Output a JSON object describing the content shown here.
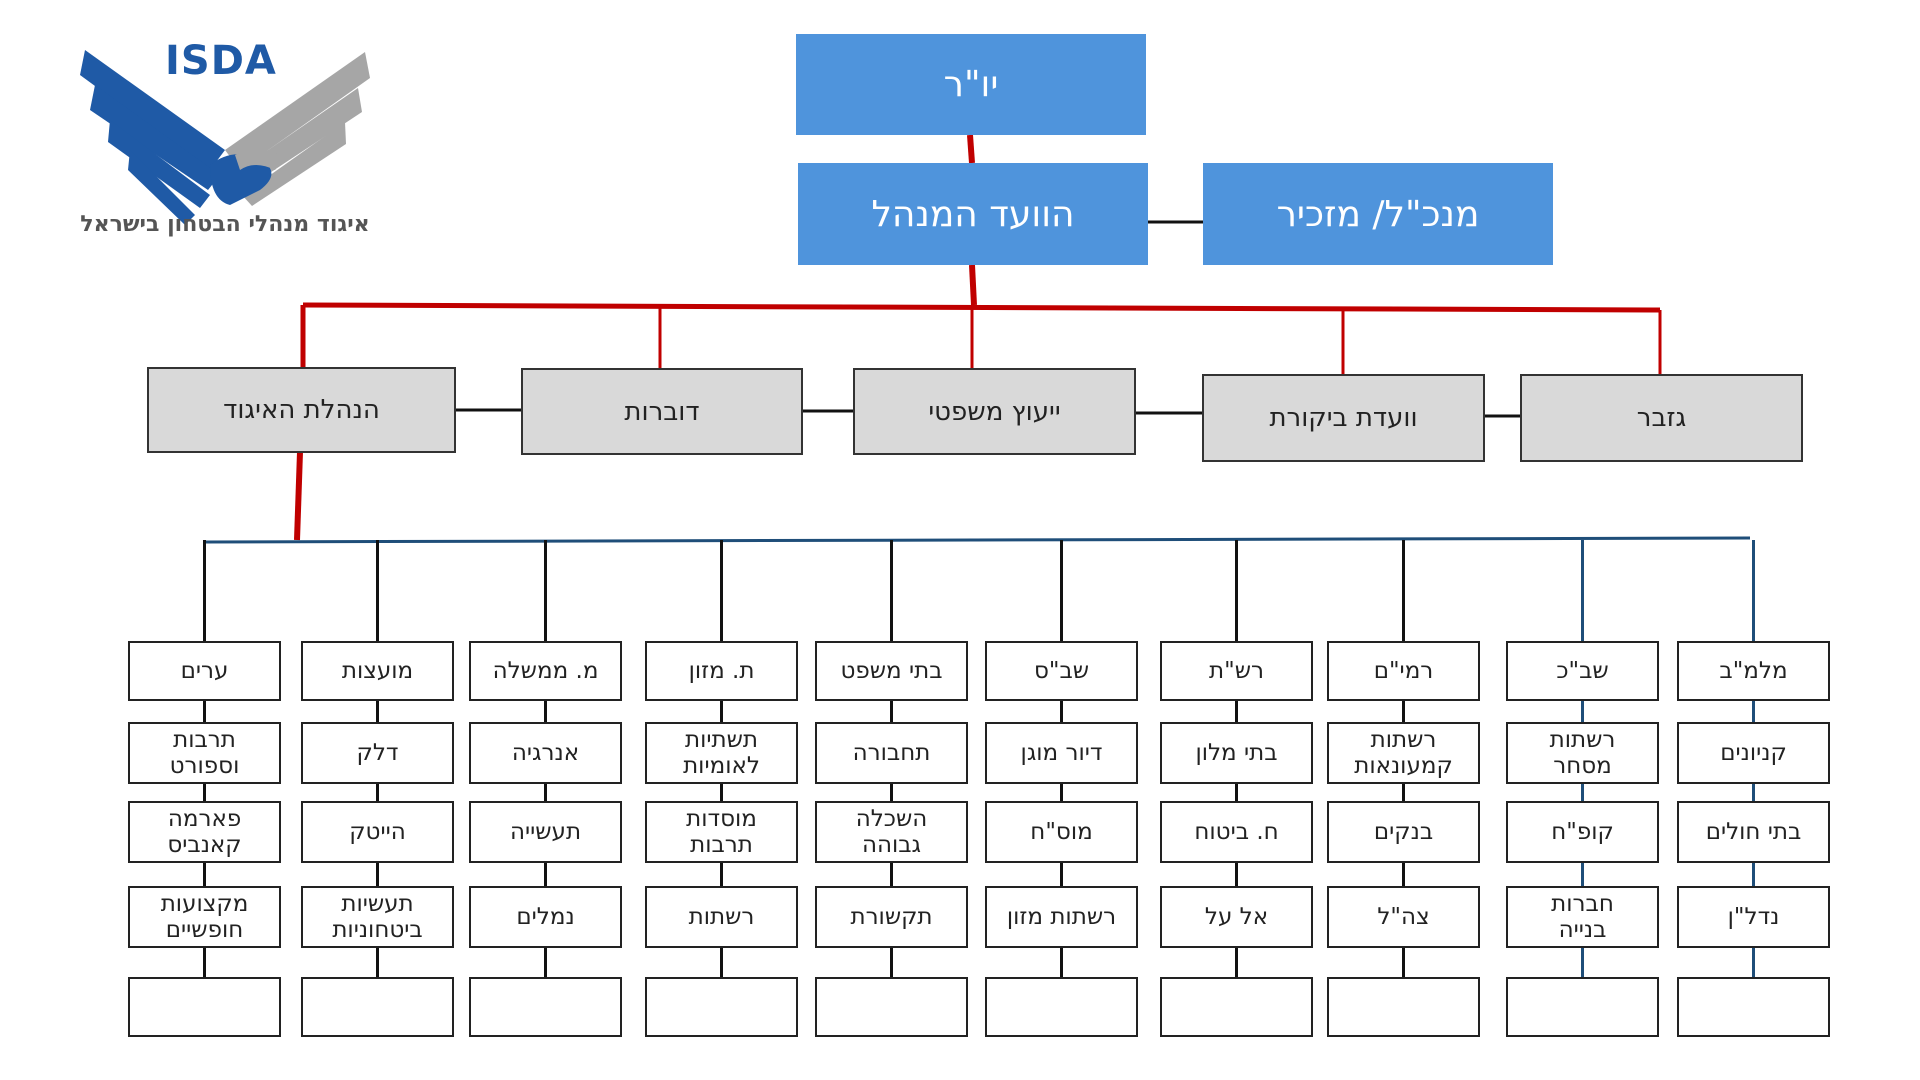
{
  "logo": {
    "name": "ISDA",
    "subtitle": "איגוד מנהלי הבטחון בישראל",
    "colors": {
      "blue": "#1f5aa6",
      "gray": "#a6a6a6"
    }
  },
  "org": {
    "chairman": "יו\"ר",
    "board": "הוועד המנהל",
    "ceo": "מנכ\"ל/ מזכיר",
    "departments": [
      "הנהלת האיגוד",
      "דוברות",
      "ייעוץ משפטי",
      "וועדת ביקורת",
      "גזבר"
    ],
    "columns": [
      {
        "head": "ערים",
        "items": [
          "תרבות\nוספורט",
          "פארמה\nקאנביס",
          "מקצועות\nחופשיים",
          ""
        ]
      },
      {
        "head": "מועצות",
        "items": [
          "דלק",
          "הייטק",
          "תעשיות\nביטחוניות",
          ""
        ]
      },
      {
        "head": "מ. ממשלה",
        "items": [
          "אנרגיה",
          "תעשייה",
          "נמלים",
          ""
        ]
      },
      {
        "head": "ת. מזון",
        "items": [
          "תשתיות\nלאומיות",
          "מוסדות\nתרבות",
          "רשתות",
          ""
        ]
      },
      {
        "head": "בתי משפט",
        "items": [
          "תחבורה",
          "השכלה\nגבוהה",
          "תקשורת",
          ""
        ]
      },
      {
        "head": "שב\"ס",
        "items": [
          "דיור מוגן",
          "מוס\"ח",
          "רשתות מזון",
          ""
        ]
      },
      {
        "head": "רש\"ת",
        "items": [
          "בתי מלון",
          "ח. ביטוח",
          "אל על",
          ""
        ]
      },
      {
        "head": "רמי\"ם",
        "items": [
          "רשתות\nקמעונאות",
          "בנקים",
          "צה\"ל",
          ""
        ]
      },
      {
        "head": "שב\"כ",
        "items": [
          "רשתות\nמסחר",
          "קופ\"ח",
          "חברות\nבנייה",
          ""
        ]
      },
      {
        "head": "מלמ\"ב",
        "items": [
          "קניונים",
          "בתי חולים",
          "נדל\"ן",
          ""
        ]
      }
    ]
  },
  "colors": {
    "top_box": "#4f94dc",
    "mid_box": "#d9d9d9",
    "red_line": "#c00000",
    "blue_line": "#1f4e79",
    "black_line": "#111111"
  }
}
